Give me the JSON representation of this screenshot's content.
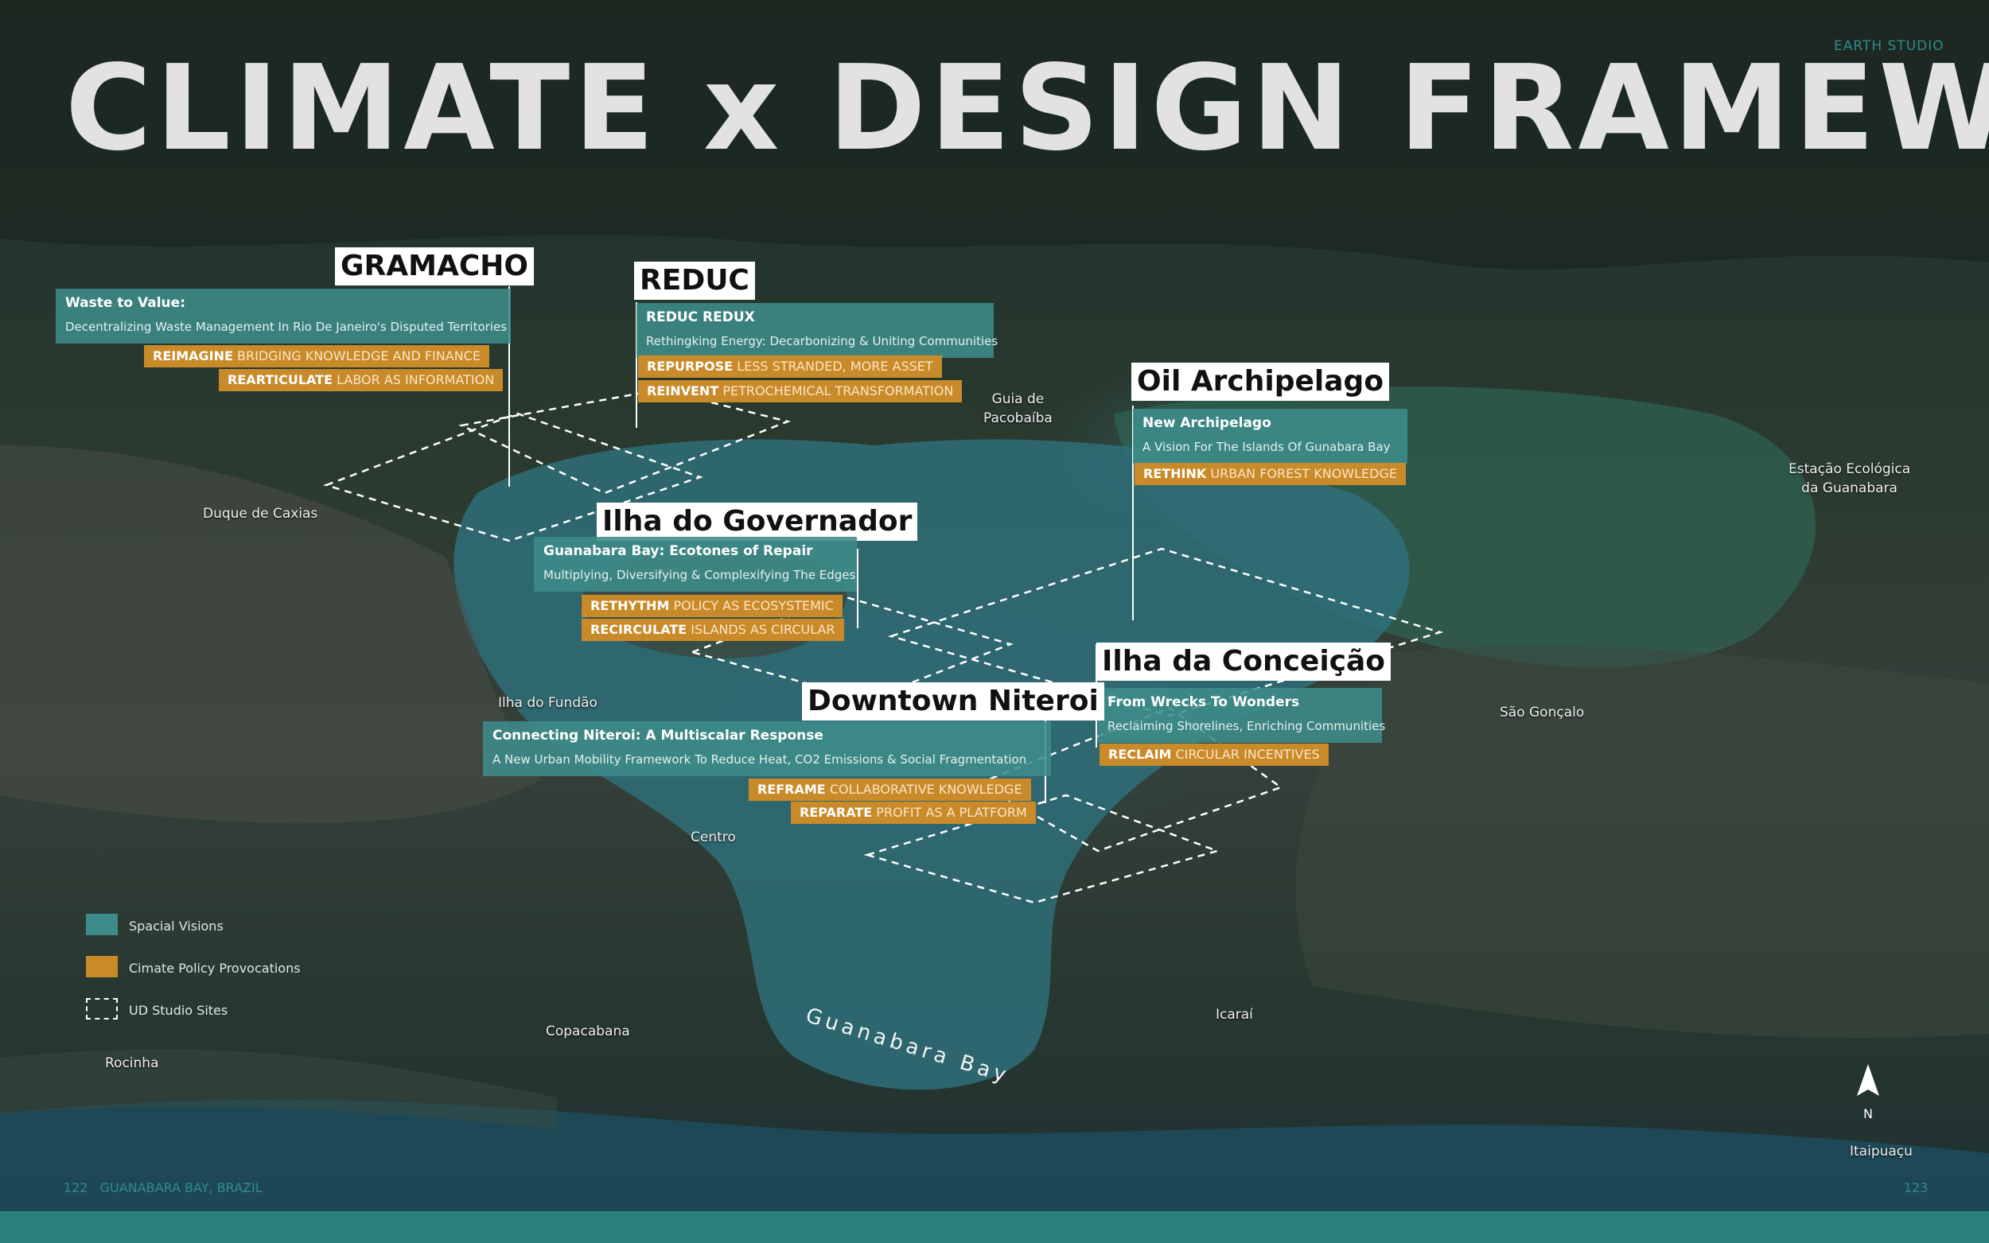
{
  "header": {
    "title": "CLIMATE x DESIGN FRAMEWORK",
    "studio": "EARTH STUDIO"
  },
  "sites": {
    "gramacho": {
      "name": "GRAMACHO",
      "vision_title": "Waste to Value:",
      "vision_subtitle": "Decentralizing Waste Management In Rio De Janeiro's Disputed Territories",
      "policies": [
        {
          "keyword": "REIMAGINE",
          "text": "BRIDGING KNOWLEDGE AND FINANCE"
        },
        {
          "keyword": "REARTICULATE",
          "text": "LABOR AS INFORMATION"
        }
      ]
    },
    "reduc": {
      "name": "REDUC",
      "vision_title": "REDUC REDUX",
      "vision_subtitle": "Rethingking Energy: Decarbonizing & Uniting Communities",
      "policies": [
        {
          "keyword": "REPURPOSE",
          "text": "LESS STRANDED, MORE ASSET"
        },
        {
          "keyword": "REINVENT",
          "text": "PETROCHEMICAL TRANSFORMATION"
        }
      ]
    },
    "oil": {
      "name": "Oil Archipelago",
      "vision_title": "New Archipelago",
      "vision_subtitle": "A Vision For The Islands Of Gunabara Bay",
      "policies": [
        {
          "keyword": "RETHINK",
          "text": "URBAN FOREST KNOWLEDGE"
        }
      ]
    },
    "ilha": {
      "name": "Ilha do Governador",
      "vision_title": "Guanabara Bay: Ecotones of Repair",
      "vision_subtitle": "Multiplying, Diversifying & Complexifying The Edges",
      "policies": [
        {
          "keyword": "RETHYTHM",
          "text": "POLICY AS ECOSYSTEMIC"
        },
        {
          "keyword": "RECIRCULATE",
          "text": "ISLANDS AS CIRCULAR"
        }
      ]
    },
    "conceicao": {
      "name": "Ilha da Conceição",
      "vision_title": "From Wrecks To Wonders",
      "vision_subtitle": "Reclaiming Shorelines, Enriching Communities",
      "policies": [
        {
          "keyword": "RECLAIM",
          "text": "CIRCULAR INCENTIVES"
        }
      ]
    },
    "niteroi": {
      "name": "Downtown Niteroi",
      "vision_title": "Connecting Niteroi: A Multiscalar Response",
      "vision_subtitle": "A New Urban Mobility Framework To Reduce Heat, CO2 Emissions & Social Fragmentation",
      "policies": [
        {
          "keyword": "REFRAME",
          "text": "COLLABORATIVE KNOWLEDGE"
        },
        {
          "keyword": "REPARATE",
          "text": "PROFIT AS A PLATFORM"
        }
      ]
    }
  },
  "places": {
    "caxias": "Duque de Caxias",
    "guia": "Guia de\nPacobaíba",
    "estacao": "Estação Ecológica\nda Guanabara",
    "fundao": "Ilha do Fundão",
    "centro": "Centro",
    "goncalo": "São Gonçalo",
    "copacabana": "Copacabana",
    "icarai": "Icaraí",
    "rocinha": "Rocinha",
    "itaipuacu": "Itaipuaçu",
    "bay": "Guanabara Bay"
  },
  "legend": {
    "spatial": "Spacial Visions",
    "policy": "Cimate Policy Provocations",
    "sites": "UD Studio Sites"
  },
  "footer": {
    "left_page": "122",
    "left_text": "GUANABARA BAY, BRAZIL",
    "right_page": "123",
    "compass": "N"
  },
  "colors": {
    "vision": "#3e8c8a",
    "policy": "#c98a2a",
    "accent": "#2f8a8c"
  }
}
